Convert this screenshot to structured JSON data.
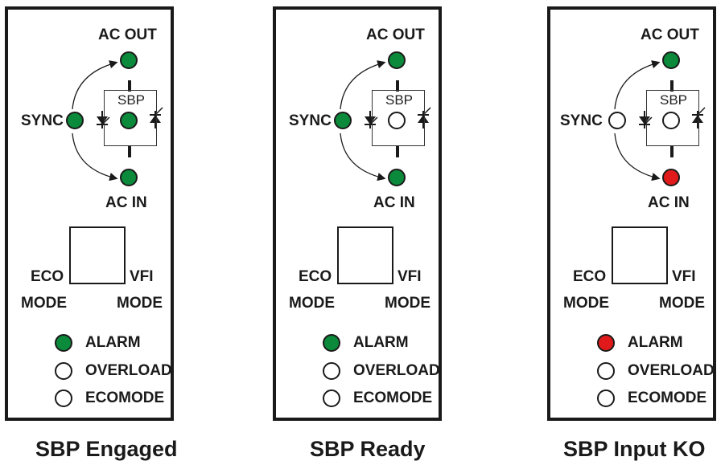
{
  "panels": [
    {
      "caption": "SBP Engaged",
      "labels": {
        "ac_out": "AC OUT",
        "sync": "SYNC",
        "sbp": "SBP",
        "ac_in": "AC IN",
        "eco": "ECO",
        "vfi": "VFI",
        "mode_left": "MODE",
        "mode_right": "MODE",
        "alarm": "ALARM",
        "overload": "OVERLOAD",
        "ecomode": "ECOMODE"
      },
      "leds": {
        "ac_out": "green",
        "sync": "green",
        "sbp": "green",
        "ac_in": "green",
        "alarm": "green",
        "overload": "off",
        "ecomode": "off"
      }
    },
    {
      "caption": "SBP Ready",
      "labels": {
        "ac_out": "AC OUT",
        "sync": "SYNC",
        "sbp": "SBP",
        "ac_in": "AC IN",
        "eco": "ECO",
        "vfi": "VFI",
        "mode_left": "MODE",
        "mode_right": "MODE",
        "alarm": "ALARM",
        "overload": "OVERLOAD",
        "ecomode": "ECOMODE"
      },
      "leds": {
        "ac_out": "green",
        "sync": "green",
        "sbp": "off",
        "ac_in": "green",
        "alarm": "green",
        "overload": "off",
        "ecomode": "off"
      }
    },
    {
      "caption": "SBP Input KO",
      "labels": {
        "ac_out": "AC OUT",
        "sync": "SYNC",
        "sbp": "SBP",
        "ac_in": "AC IN",
        "eco": "ECO",
        "vfi": "VFI",
        "mode_left": "MODE",
        "mode_right": "MODE",
        "alarm": "ALARM",
        "overload": "OVERLOAD",
        "ecomode": "ECOMODE"
      },
      "leds": {
        "ac_out": "green",
        "sync": "off",
        "sbp": "off",
        "ac_in": "red",
        "alarm": "red",
        "overload": "off",
        "ecomode": "off"
      }
    }
  ],
  "colors": {
    "green": "#0a8a3a",
    "red": "#e01a1a",
    "off": "#ffffff"
  }
}
